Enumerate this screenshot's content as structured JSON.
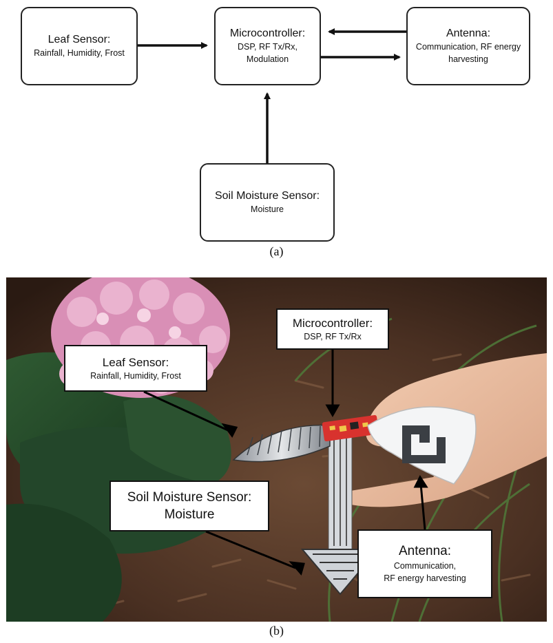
{
  "diagram": {
    "leaf_sensor": {
      "title": "Leaf Sensor:",
      "subtitle": "Rainfall, Humidity, Frost"
    },
    "microcontroller": {
      "title": "Microcontroller:",
      "line1": "DSP, RF Tx/Rx,",
      "line2": "Modulation"
    },
    "antenna": {
      "title": "Antenna:",
      "line1": "Communication, RF energy",
      "line2": "harvesting"
    },
    "soil_sensor": {
      "title": "Soil Moisture Sensor:",
      "subtitle": "Moisture"
    },
    "caption": "(a)"
  },
  "photo": {
    "microcontroller": {
      "title": "Microcontroller:",
      "subtitle": "DSP, RF Tx/Rx"
    },
    "leaf_sensor": {
      "title": "Leaf Sensor:",
      "subtitle": "Rainfall, Humidity, Frost"
    },
    "soil_sensor": {
      "title": "Soil Moisture Sensor:",
      "subtitle": "Moisture"
    },
    "antenna": {
      "title": "Antenna:",
      "line1": "Communication,",
      "line2": "RF energy harvesting"
    },
    "caption": "(b)"
  }
}
